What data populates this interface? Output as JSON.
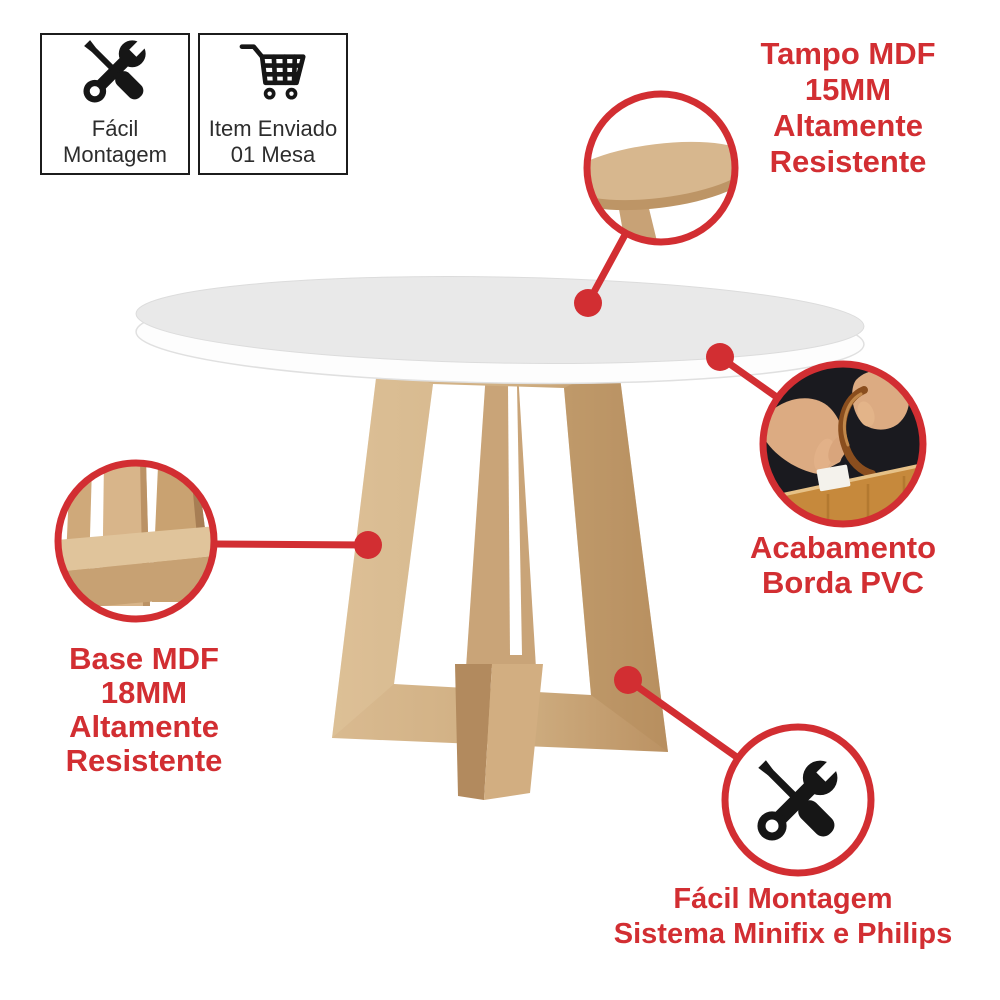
{
  "badges": [
    {
      "icon": "tools-icon",
      "lines": [
        "Fácil",
        "Montagem"
      ]
    },
    {
      "icon": "cart-icon",
      "lines": [
        "Item Enviado",
        "01 Mesa"
      ]
    }
  ],
  "callouts": {
    "tampo": {
      "lines": [
        "Tampo MDF",
        "15MM",
        "Altamente",
        "Resistente"
      ]
    },
    "borda": {
      "lines": [
        "Acabamento",
        "Borda PVC"
      ]
    },
    "base": {
      "lines": [
        "Base MDF",
        "18MM",
        "Altamente",
        "Resistente"
      ]
    },
    "montagem": {
      "lines": [
        "Fácil Montagem",
        "Sistema Minifix e Philips"
      ]
    }
  },
  "colors": {
    "accent_red": "#d22e32",
    "wood_light": "#d9ba90",
    "wood_mid": "#cba578",
    "wood_dark": "#bb9263",
    "tabletop_gray": "#e9e9e9",
    "rim_white": "#fdfdfd",
    "icon_black": "#161616",
    "photo_background": "#1a1a1f",
    "board_wood": "#c6893c",
    "skin": "#dcab82"
  }
}
